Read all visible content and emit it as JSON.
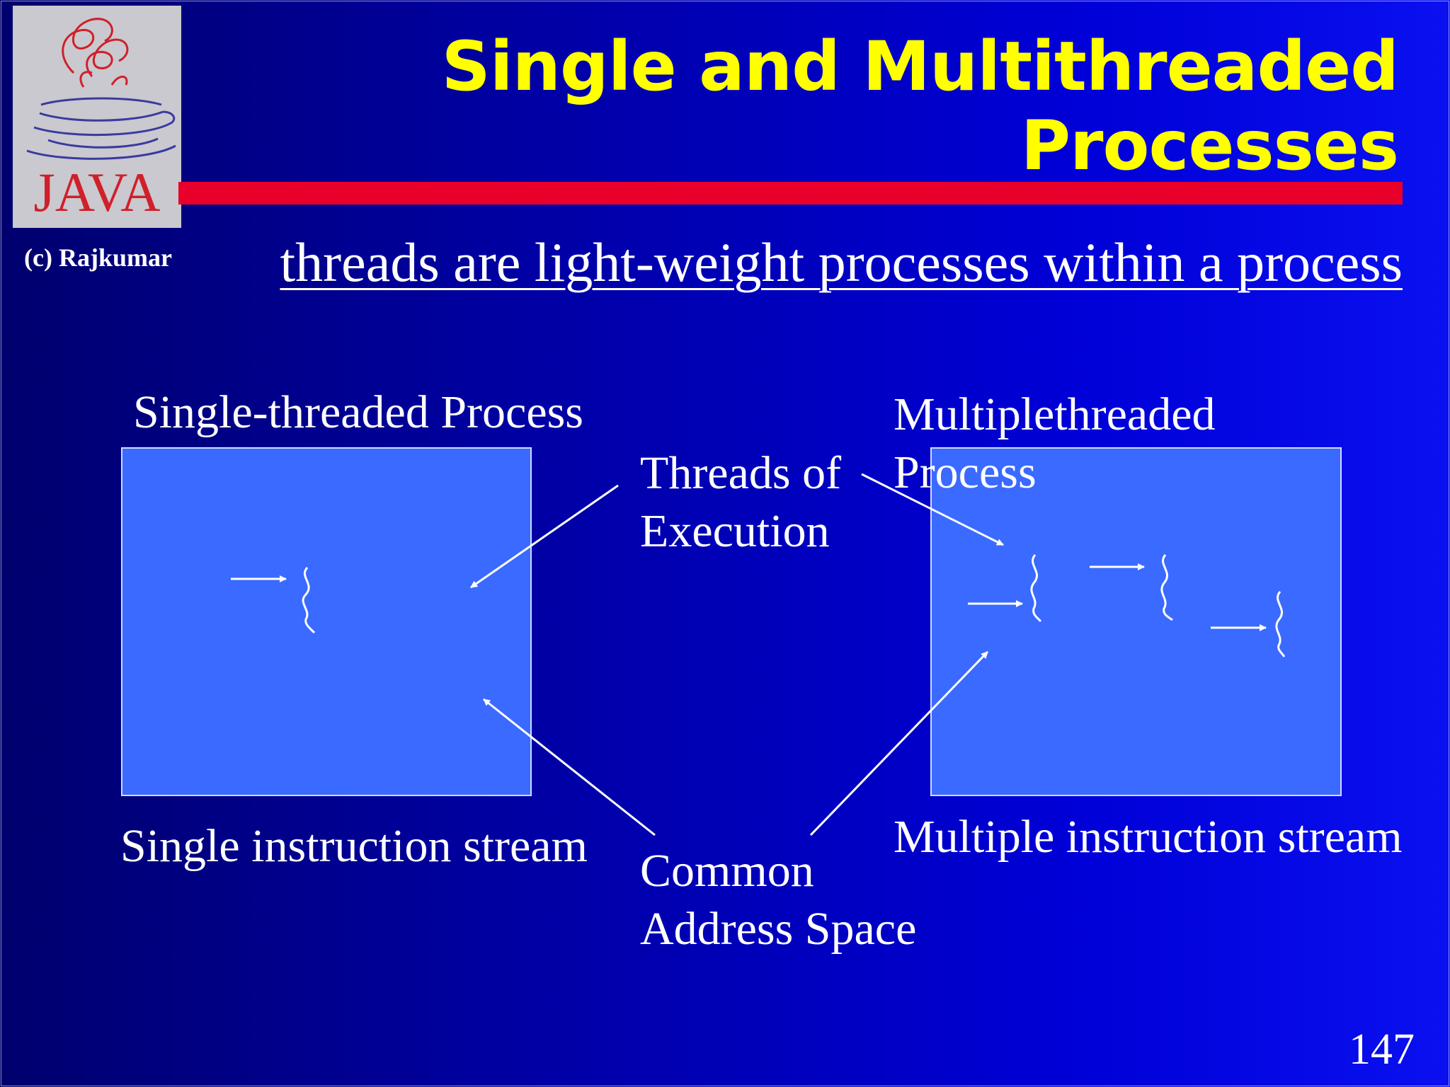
{
  "slide": {
    "title_line1": "Single and Multithreaded",
    "title_line2": "Processes",
    "logo_text": "JAVA",
    "copyright": "(c) Rajkumar",
    "subtitle": "threads are light-weight processes within a process",
    "page_number": "147"
  },
  "diagram": {
    "single_process_title": "Single-threaded Process",
    "multi_process_title_line1": "Multiplethreaded",
    "multi_process_title_line2": "Process",
    "threads_label_line1": "Threads of",
    "threads_label_line2": "Execution",
    "single_stream_label": "Single instruction stream",
    "multi_stream_label": "Multiple instruction stream",
    "common_label_line1": "Common",
    "common_label_line2": "Address Space"
  },
  "colors": {
    "title": "#ffff00",
    "accent_bar": "#e8002a",
    "process_box": "#3a6aff",
    "background": "#0000c0",
    "text": "#ffffff"
  }
}
